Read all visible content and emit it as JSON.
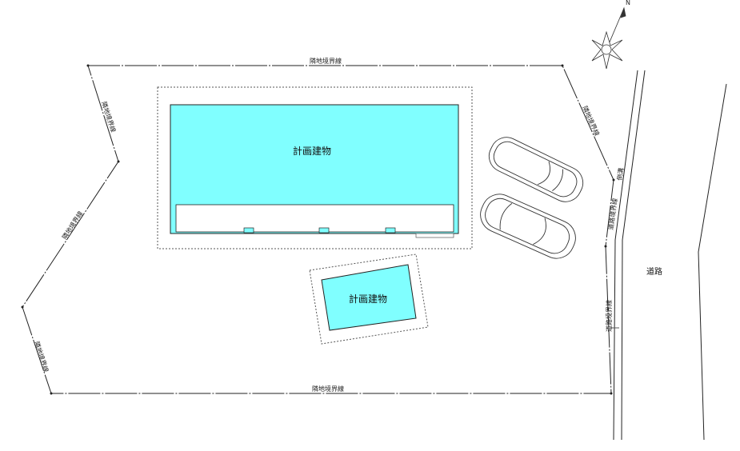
{
  "north_label": "N",
  "boundary_labels": {
    "top": "隣地境界線",
    "upper_left": "隣地境界線",
    "mid_left": "隣地境界線",
    "lower_left": "隣地境界線",
    "bottom": "隣地境界線",
    "upper_right": "隣地境界線",
    "road_upper": "道路境界線",
    "road_lower": "道路境界線"
  },
  "gutter_label": "側溝",
  "road_label": "道路",
  "buildings": [
    {
      "label": "計画建物",
      "fill": "#80ffff"
    },
    {
      "label": "計画建物",
      "fill": "#80ffff"
    }
  ]
}
